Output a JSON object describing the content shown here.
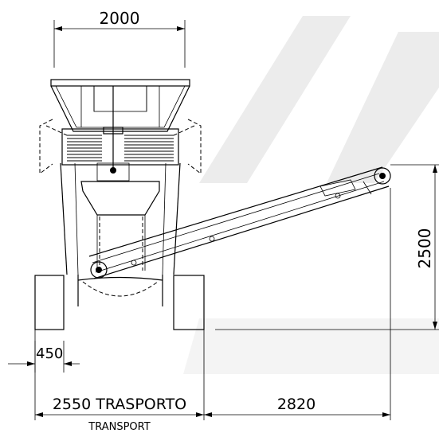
{
  "dimensions": {
    "top_width": "2000",
    "height": "2500",
    "left_offset": "450",
    "transport_width": "2550 TRASPORTO",
    "transport_label_en": "TRANSPORT",
    "conveyor_reach": "2820"
  }
}
